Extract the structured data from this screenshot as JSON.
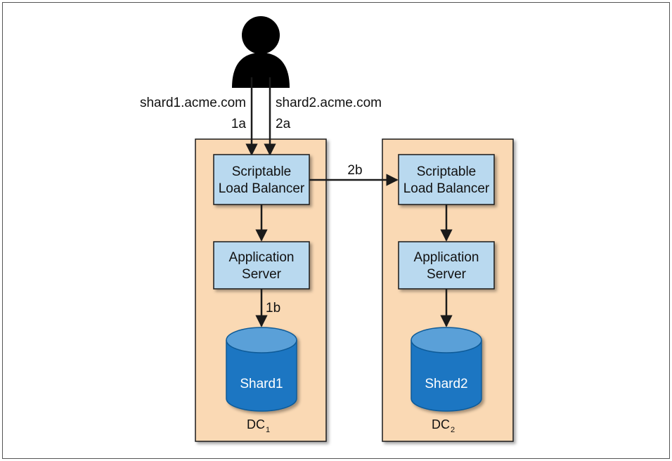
{
  "user": {
    "icon": "user-icon"
  },
  "hostnames": {
    "shard1": "shard1.acme.com",
    "shard2": "shard2.acme.com"
  },
  "steps": {
    "s1a": "1a",
    "s2a": "2a",
    "s1b": "1b",
    "s2b": "2b"
  },
  "dc1": {
    "lb_line1": "Scriptable",
    "lb_line2": "Load Balancer",
    "app_line1": "Application",
    "app_line2": "Server",
    "db_label": "Shard1",
    "dc_label": "DC",
    "dc_sub": "1"
  },
  "dc2": {
    "lb_line1": "Scriptable",
    "lb_line2": "Load Balancer",
    "app_line1": "Application",
    "app_line2": "Server",
    "db_label": "Shard2",
    "dc_label": "DC",
    "dc_sub": "2"
  },
  "colors": {
    "dc_fill": "#fad9b4",
    "box_fill": "#b9d9ef",
    "db_fill": "#1b76c2",
    "db_dark": "#0f5a97",
    "db_top": "#5aa0d8",
    "line": "#1a1a1a"
  }
}
